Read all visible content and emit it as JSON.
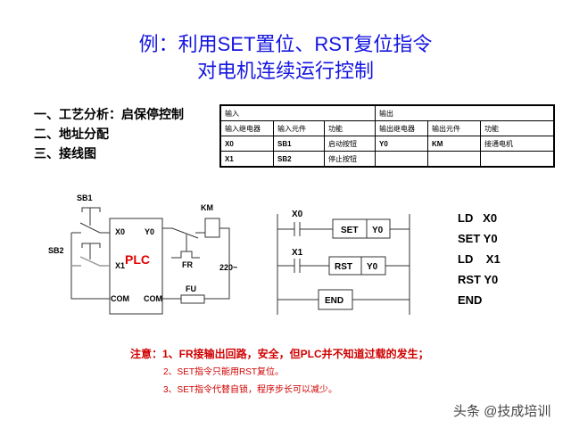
{
  "title": {
    "line1": "例：利用SET置位、RST复位指令",
    "line2": "对电机连续运行控制"
  },
  "outline": [
    "一、工艺分析：启保停控制",
    "二、地址分配",
    "三、接线图"
  ],
  "io_table": {
    "group_headers": [
      "输入",
      "输出"
    ],
    "columns": [
      "输入继电器",
      "输入元件",
      "功能",
      "输出继电器",
      "输出元件",
      "功能"
    ],
    "rows": [
      [
        "X0",
        "SB1",
        "启动按钮",
        "Y0",
        "KM",
        "接通电机"
      ],
      [
        "X1",
        "SB2",
        "停止按钮",
        "",
        "",
        ""
      ]
    ]
  },
  "wiring": {
    "sb1": "SB1",
    "sb2": "SB2",
    "x0": "X0",
    "y0": "Y0",
    "x1": "X1",
    "plc": "PLC",
    "com1": "COM",
    "com2": "COM",
    "km": "KM",
    "fr": "FR",
    "voltage": "220~",
    "fu": "FU"
  },
  "ladder": {
    "x0": "X0",
    "x1": "X1",
    "set": "SET",
    "set_target": "Y0",
    "rst": "RST",
    "rst_target": "Y0",
    "end": "END"
  },
  "instructions": [
    "LD   X0",
    "SET Y0",
    "LD    X1",
    "RST Y0",
    "END"
  ],
  "notes": [
    "注意：1、FR接输出回路，安全，但PLC并不知道过载的发生；",
    "2、SET指令只能用RST复位。",
    "3、SET指令代替自锁，程序步长可以减少。"
  ],
  "watermark": "头条 @技成培训",
  "colors": {
    "title": "#1515e0",
    "note": "#d00000",
    "plc": "#e00000"
  }
}
